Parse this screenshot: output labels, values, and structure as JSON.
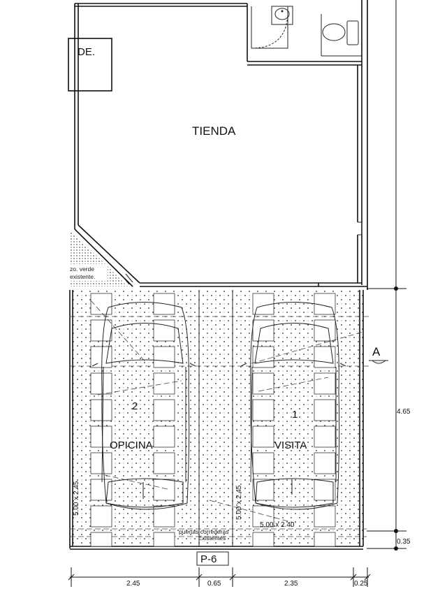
{
  "rooms": {
    "store": "TIENDA",
    "top_left_fragment": "DE."
  },
  "parking": {
    "space_left_number": "2",
    "space_left_name": "OPICINA",
    "space_left_dim": "5.00 x 2.45",
    "space_right_number": "1",
    "space_right_name": "VISITA",
    "space_right_dim_vertical": "5.00 x 2.45",
    "space_right_dim": "5.00 x 2.40"
  },
  "notes": {
    "green_area_line1": "zo. verde",
    "green_area_line2": "existente.",
    "doors_line1": "puertas correderas",
    "doors_line2": "Existentes"
  },
  "tags": {
    "section_marker": "A",
    "plan_tag": "P-6"
  },
  "dimensions": {
    "vertical_main": "4.65",
    "vertical_small": "0.35",
    "horizontal": [
      "2.45",
      "0.65",
      "2.35",
      "0.25"
    ]
  }
}
